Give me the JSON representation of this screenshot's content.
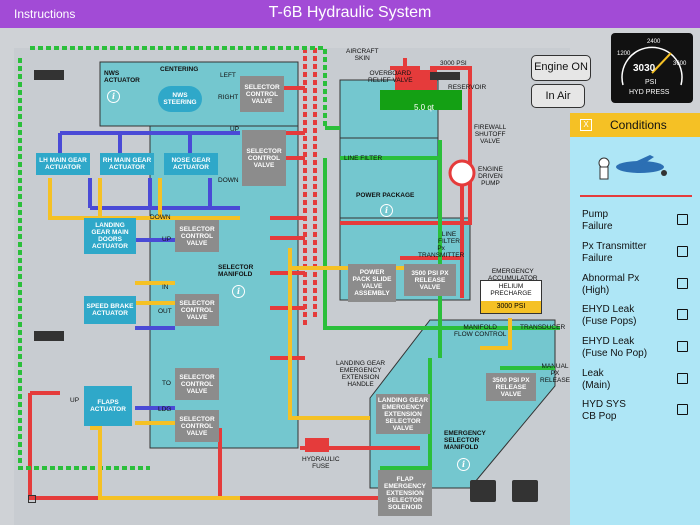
{
  "header": {
    "instructions": "Instructions",
    "title": "T-6B Hydraulic System"
  },
  "controls": {
    "engine_on": "Engine ON",
    "in_air": "In Air"
  },
  "gauge": {
    "ticks": [
      "1200",
      "2400",
      "3600"
    ],
    "value": "3030",
    "unit": "PSI",
    "label": "HYD PRESS"
  },
  "panel": {
    "title": "Conditions",
    "close": "X",
    "items": [
      {
        "label": "Pump\nFailure"
      },
      {
        "label": "Px Transmitter\nFailure"
      },
      {
        "label": "Abnormal Px\n(High)"
      },
      {
        "label": "EHYD Leak\n(Fuse Pops)"
      },
      {
        "label": "EHYD Leak\n(Fuse No Pop)"
      },
      {
        "label": "Leak\n(Main)"
      },
      {
        "label": "HYD SYS\nCB Pop"
      }
    ]
  },
  "diagram": {
    "nws": {
      "title": "NWS\nACTUATOR",
      "centering": "CENTERING",
      "left": "LEFT",
      "right": "RIGHT",
      "steering": "NWS\nSTEERING",
      "valve": "SELECTOR\nCONTROL\nVALVE"
    },
    "gear": {
      "lh": "LH MAIN GEAR\nACTUATOR",
      "rh": "RH MAIN GEAR\nACTUATOR",
      "nose": "NOSE GEAR\nACTUATOR",
      "valve": "SELECTOR\nCONTROL\nVALVE",
      "up": "UP",
      "down": "DOWN"
    },
    "doors": {
      "actuator": "LANDING\nGEAR MAIN\nDOORS\nACTUATOR",
      "valve": "SELECTOR\nCONTROL\nVALVE",
      "down": "DOWN",
      "up": "UP"
    },
    "speedbrake": {
      "actuator": "SPEED BRAKE\nACTUATOR",
      "valve": "SELECTOR\nCONTROL\nVALVE",
      "in": "IN",
      "out": "OUT"
    },
    "flaps": {
      "actuator": "FLAPS\nACTUATOR",
      "valve1": "SELECTOR\nCONTROL\nVALVE",
      "valve2": "SELECTOR\nCONTROL\nVALVE",
      "to": "TO",
      "ldg": "LDG",
      "up": "UP"
    },
    "selector_manifold": "SELECTOR\nMANIFOLD",
    "reservoir": {
      "skin": "AIRCRAFT\nSKIN",
      "relief": "OVERBOARD\nRELIEF VALVE",
      "psi": "3000 PSI",
      "name": "RESERVOIR",
      "qty": "5.0 qt"
    },
    "firewall": "FIREWALL\nSHUTOFF\nVALVE",
    "pump": "ENGINE\nDRIVEN\nPUMP",
    "line_filter1": "LINE FILTER",
    "line_filter2": "LINE\nFILTER",
    "power_package": "POWER PACKAGE",
    "px_trans": "Px\nTRANSMITTER",
    "pp_slide": "POWER\nPACK SLIDE\nVALVE\nASSEMBLY",
    "release1": "3500 PSI PX\nRELEASE\nVALVE",
    "accumulator": {
      "label": "EMERGENCY\nACCUMULATOR",
      "name": "HELIUM\nPRECHARGE",
      "psi": "3000 PSI"
    },
    "manifold_flow": "MANIFOLD\nFLOW CONTROL",
    "transducer": "TRANSDUCER",
    "manual_release": "MANUAL PX\nRELEASE",
    "release2": "3500 PSI PX\nRELEASE\nVALVE",
    "handle": "LANDING GEAR\nEMERGENCY\nEXTENSION\nHANDLE",
    "lg_emerg_valve": "LANDING GEAR\nEMERGENCY\nEXTENSION\nSELECTOR\nVALVE",
    "emerg_manifold": "EMERGENCY\nSELECTOR\nMANIFOLD",
    "fuse": "HYDRAULIC\nFUSE",
    "flap_solenoid": "FLAP\nEMERGENCY\nEXTENSION\nSELECTOR\nSOLENOID",
    "info": "i"
  },
  "colors": {
    "pressure": "#e53b3b",
    "return": "#2bbf3b",
    "up": "#4a4ad6",
    "down": "#f5c125",
    "actuator": "#2fa8c9",
    "manifold": "#74c7cf",
    "header": "#a24bd6",
    "panel": "#aee6f6"
  }
}
